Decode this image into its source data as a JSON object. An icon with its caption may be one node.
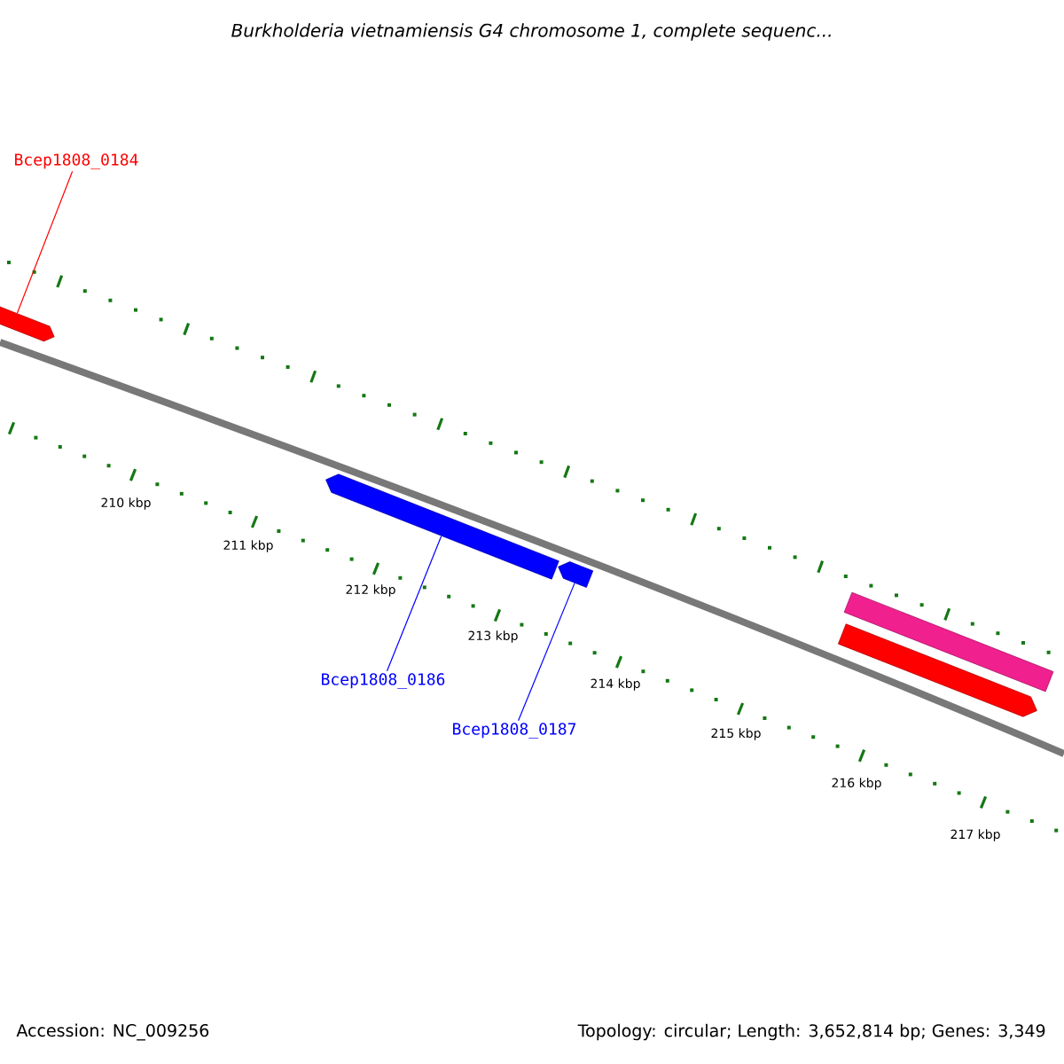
{
  "diagram": {
    "title": "Burkholderia vietnamiensis G4 chromosome 1, complete sequenc...",
    "nodes": [
      {
        "text": [
          "Bcep1808_0184"
        ]
      },
      {
        "text": [],
        "shape": "bar"
      },
      {
        "text": [],
        "shape": "bar"
      },
      {
        "text": [],
        "shape": "bar"
      },
      {
        "text": [],
        "shape": "bar"
      },
      {
        "text": [],
        "shape": "bar"
      },
      {
        "text": [
          "Bcep1808_0186"
        ]
      },
      {
        "text": [
          "Bcep1808_0187"
        ]
      }
    ],
    "edges": [
      {
        "from": 0,
        "to": 1,
        "arrow": "none",
        "color": "#ff0000"
      },
      {
        "from": 6,
        "to": 2,
        "arrow": "none"
      },
      {
        "from": 7,
        "to": 3,
        "arrow": "none"
      }
    ],
    "labels": [
      "210 kbp",
      "211 kbp",
      "212 kbp",
      "213 kbp",
      "214 kbp",
      "215 kbp",
      "216 kbp",
      "217 kbp",
      "Accession: NC_009256",
      "Topology: circular; Length: 3,652,814 bp; Genes: 3,349"
    ]
  }
}
